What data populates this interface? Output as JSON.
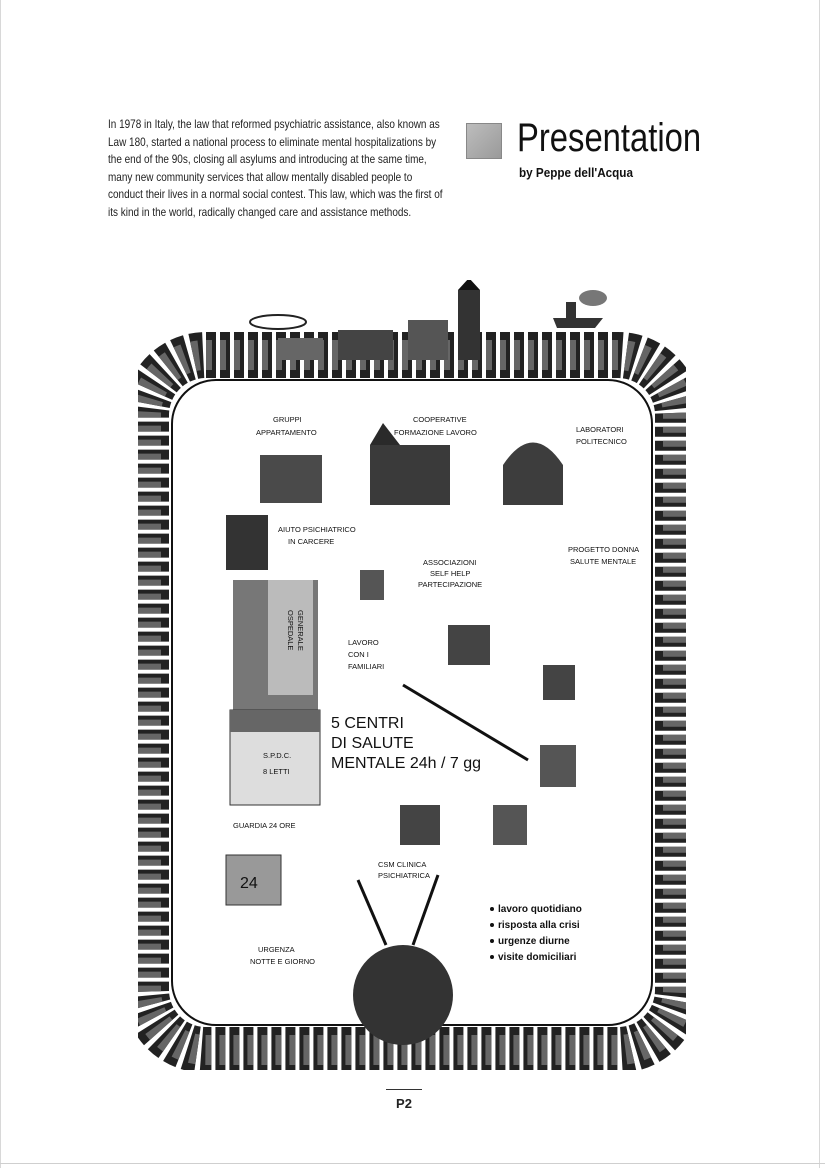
{
  "intro": {
    "text": "In 1978 in Italy, the law that reformed psychiatric assistance, also known as Law 180, started a national process to eliminate mental hospitalizations by the end of the 90s, closing all asylums and introducing at the same time, many new community services that allow mentally disabled people to conduct their lives in a normal social contest. This law, which was the first of its kind in the world, radically changed care and assistance methods."
  },
  "header": {
    "title": "Presentation",
    "byline": "by Peppe dell'Acqua"
  },
  "illustration": {
    "labels": {
      "gruppi": "GRUPPI",
      "appartamento": "APPARTAMENTO",
      "cooperative": "COOPERATIVE",
      "formazione": "FORMAZIONE LAVORO",
      "laboratori": "LABORATORI",
      "politecnico": "POLITECNICO",
      "aiuto": "AIUTO PSICHIATRICO",
      "carcere": "IN CARCERE",
      "associazioni": "ASSOCIAZIONI",
      "selfhelp": "SELF HELP",
      "partecipazione": "PARTECIPAZIONE",
      "progetto": "PROGETTO DONNA",
      "salute_mentale": "SALUTE MENTALE",
      "ospedale": "OSPEDALE",
      "generale": "GENERALE",
      "lavoro": "LAVORO",
      "con_i": "CON I",
      "familiari": "FAMILIARI",
      "centri_1": "5 CENTRI",
      "centri_2": "DI SALUTE",
      "centri_3": "MENTALE 24h / 7 gg",
      "spdc": "S.P.D.C.",
      "letti": "8 LETTI",
      "guardia": "GUARDIA 24 ORE",
      "csm_1": "CSM CLINICA",
      "csm_2": "PSICHIATRICA",
      "clock": "24",
      "urgenza_1": "URGENZA",
      "urgenza_2": "NOTTE E GIORNO"
    },
    "bullets": [
      "lavoro quotidiano",
      "risposta alla crisi",
      "urgenze diurne",
      "visite domiciliari"
    ]
  },
  "footer": {
    "page_number": "P2"
  }
}
